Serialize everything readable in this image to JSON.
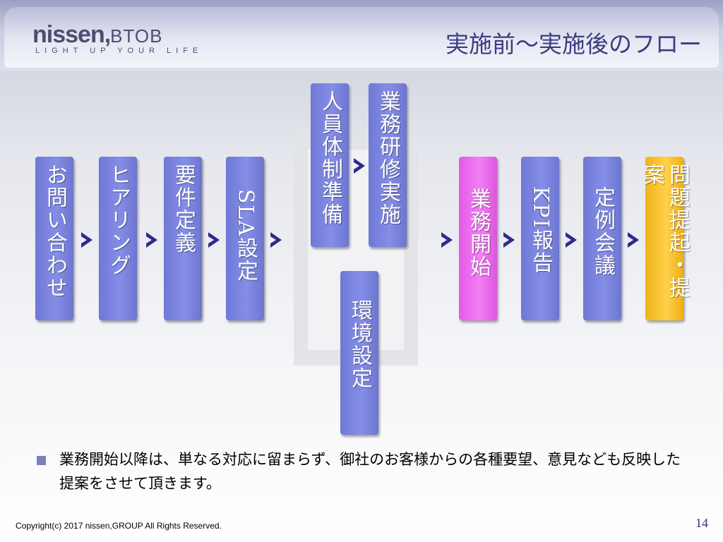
{
  "header": {
    "logo_main": "nissen,",
    "logo_sub": "BTOB",
    "logo_tagline": "LIGHT UP YOUR LIFE",
    "title": "実施前～実施後のフロー"
  },
  "flow": {
    "steps": [
      {
        "id": "inquiry",
        "label": "お問い合わせ",
        "color": "#7a82dc"
      },
      {
        "id": "hearing",
        "label": "ヒアリング",
        "color": "#7a82dc"
      },
      {
        "id": "requirements",
        "label": "要件定義",
        "color": "#7a82dc"
      },
      {
        "id": "sla",
        "label": "SLA設定",
        "color": "#7a82dc"
      },
      {
        "id": "staffing",
        "label": "人員体制準備",
        "color": "#7a82dc"
      },
      {
        "id": "training",
        "label": "業務研修実施",
        "color": "#7a82dc"
      },
      {
        "id": "environment",
        "label": "環境設定",
        "color": "#7a82dc"
      },
      {
        "id": "start",
        "label": "業務開始",
        "color": "#ee6cef"
      },
      {
        "id": "kpi",
        "label": "KPI報告",
        "color": "#7a82dc"
      },
      {
        "id": "meeting",
        "label": "定例会議",
        "color": "#7a82dc"
      },
      {
        "id": "proposal",
        "label": "問題提起・提案",
        "color": "#f7c12e"
      }
    ]
  },
  "note": {
    "text": "業務開始以降は、単なる対応に留まらず、御社のお客様からの各種要望、意見なども反映した提案をさせて頂きます。"
  },
  "footer": {
    "copyright": "Copyright(c) 2017 nissen,GROUP All Rights Reserved.",
    "page_number": "14"
  }
}
